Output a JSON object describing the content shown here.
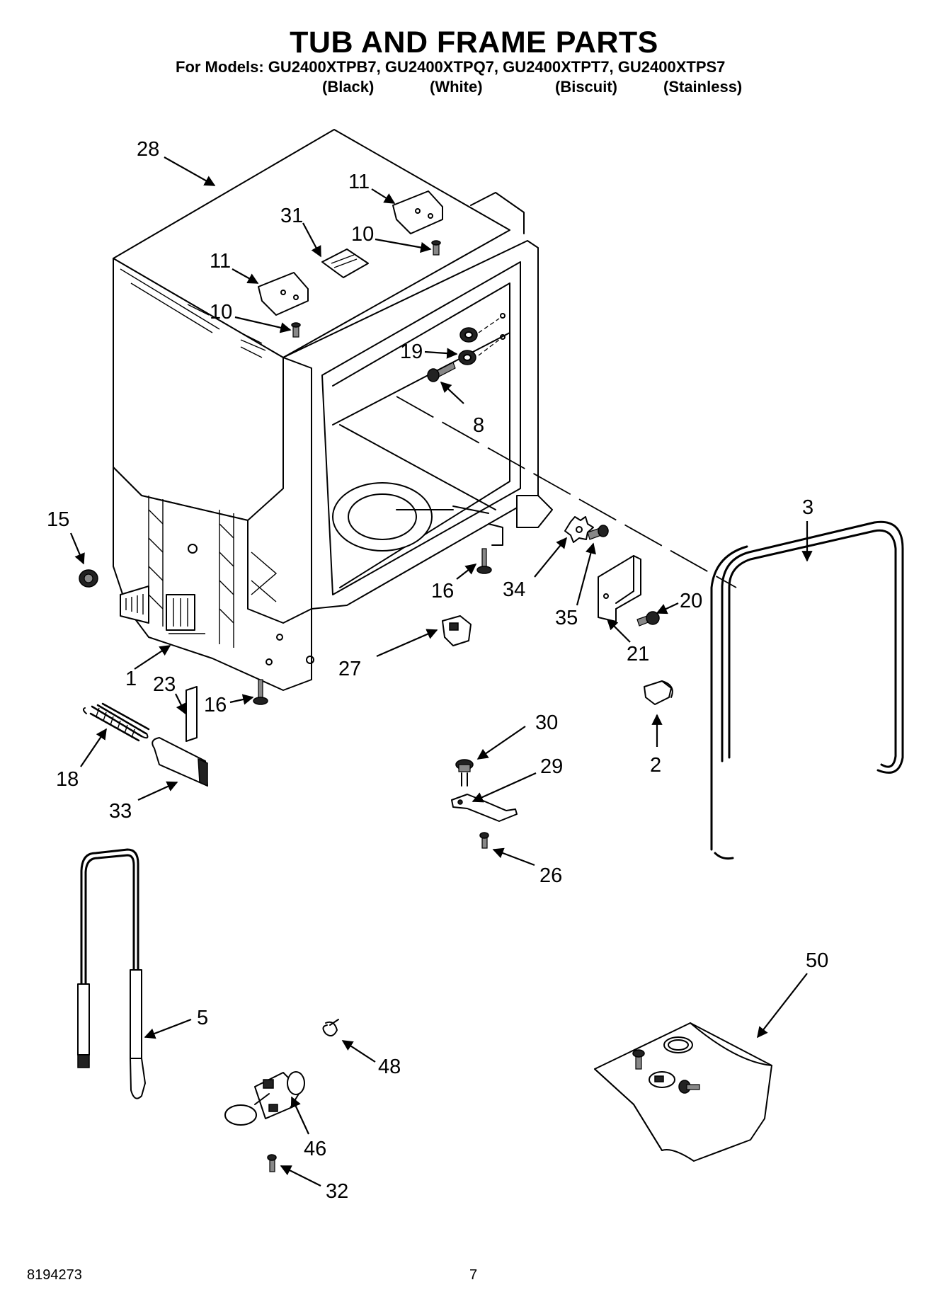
{
  "header": {
    "title": "TUB AND FRAME PARTS",
    "models_line": "For Models: GU2400XTPB7, GU2400XTPQ7, GU2400XTPT7, GU2400XTPS7",
    "colors": [
      "(Black)",
      "(White)",
      "(Biscuit)",
      "(Stainless)"
    ]
  },
  "callouts": [
    "28",
    "11",
    "31",
    "10",
    "11",
    "10",
    "19",
    "8",
    "15",
    "3",
    "16",
    "34",
    "35",
    "20",
    "21",
    "1",
    "23",
    "16",
    "27",
    "18",
    "33",
    "30",
    "29",
    "2",
    "26",
    "50",
    "5",
    "48",
    "46",
    "32"
  ],
  "footer": {
    "doc_number": "8194273",
    "page_number": "7"
  }
}
